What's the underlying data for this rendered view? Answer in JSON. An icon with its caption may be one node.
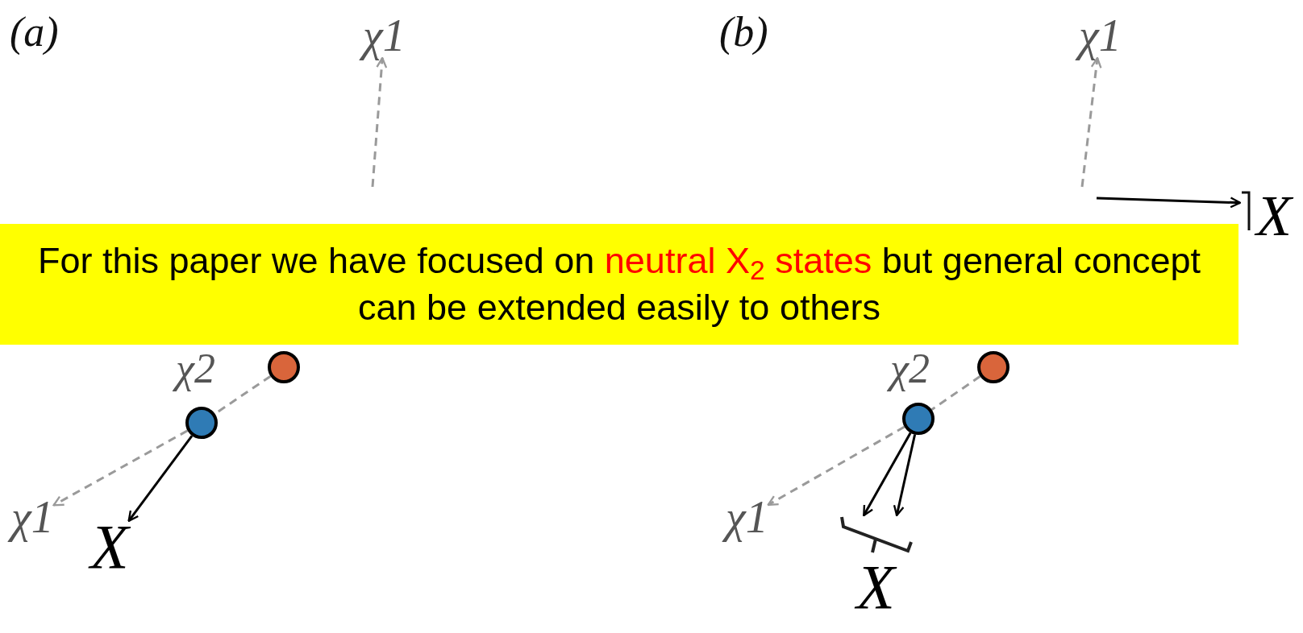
{
  "diagram": {
    "nodes": [
      {
        "text": [
          "χ1"
        ]
      },
      {
        "text": [],
        "shape": "circle"
      },
      {
        "text": [],
        "shape": "circle"
      },
      {
        "text": [
          "χ1"
        ]
      },
      {
        "text": [
          "X"
        ]
      },
      {
        "text": [
          "χ1"
        ]
      },
      {
        "text": [
          "X"
        ]
      },
      {
        "text": [],
        "shape": "circle"
      },
      {
        "text": [],
        "shape": "circle"
      },
      {
        "text": [
          "χ1"
        ]
      },
      {
        "text": [
          "X"
        ]
      },
      {
        "text": [
          "For this paper we have focused on",
          "neutral X$_{2}$ states",
          "but general concept can be extended easily to others"
        ]
      }
    ],
    "edges": [
      {
        "from": null,
        "to": 0,
        "arrow": "to",
        "style": "dashed"
      },
      {
        "from": 1,
        "to": 2,
        "arrow": "none",
        "style": "dashed"
      },
      {
        "from": 2,
        "to": 3,
        "arrow": "to",
        "style": "dashed"
      },
      {
        "from": 2,
        "to": 4,
        "arrow": "to",
        "color": "#000000"
      },
      {
        "from": null,
        "to": 5,
        "arrow": "to",
        "style": "dashed"
      },
      {
        "from": null,
        "to": 6,
        "arrow": "to",
        "color": "#000000"
      },
      {
        "from": 7,
        "to": 8,
        "arrow": "none",
        "style": "dashed"
      },
      {
        "from": 8,
        "to": 9,
        "arrow": "to",
        "style": "dashed"
      },
      {
        "from": 8,
        "to": 10,
        "arrow": "to",
        "color": "#000000"
      },
      {
        "from": 8,
        "to": 10,
        "arrow": "to",
        "color": "#000000"
      }
    ],
    "labels": [
      "(a)",
      "χ2",
      "(b)",
      "χ2"
    ]
  }
}
